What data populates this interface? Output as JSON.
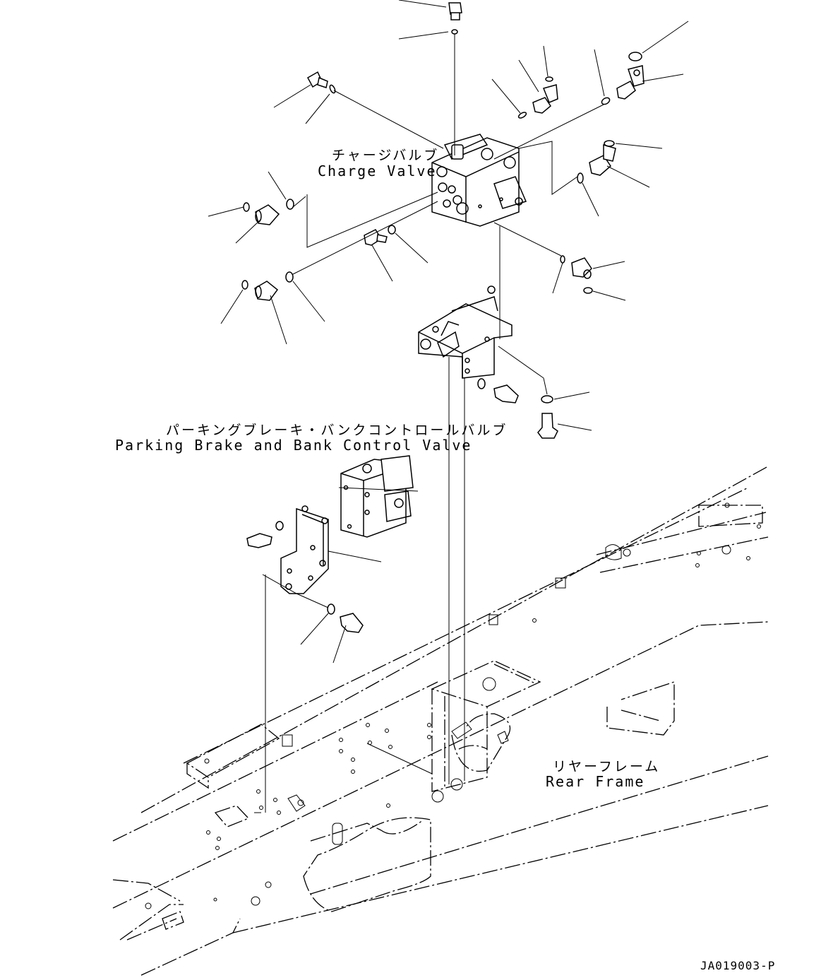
{
  "labels": {
    "charge_valve_jp": "チャージバルブ",
    "charge_valve_en": "Charge Valve",
    "parking_valve_jp": "パーキングブレーキ・バンクコントロールバルブ",
    "parking_valve_en": "Parking Brake and Bank Control Valve",
    "rear_frame_jp": "リヤーフレーム",
    "rear_frame_en": "Rear Frame"
  },
  "drawing_code": "JA019003-P"
}
